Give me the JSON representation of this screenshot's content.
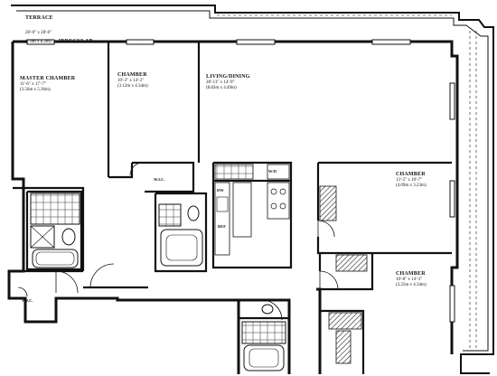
{
  "terrace": {
    "label": "TERRACE",
    "dim_imperial": "28'-0\" x 28'-0\"",
    "dim_metric": "(7.6m x 8.2m)",
    "note": "IRREGULAR"
  },
  "rooms": {
    "master": {
      "name": "MASTER CHAMBER",
      "dim_imperial": "11'-6\" x 17'-7\"",
      "dim_metric": "(3.56m x 5.36m)"
    },
    "chamber1": {
      "name": "CHAMBER",
      "dim_imperial": "10'-3\" x 14'-3\"",
      "dim_metric": "(3.12m x 4.34m)"
    },
    "living": {
      "name": "LIVING/DINING",
      "dim_imperial": "28'-11\" x 14'-9\"",
      "dim_metric": "(8.82m x 4.49m)"
    },
    "chamber2": {
      "name": "CHAMBER",
      "dim_imperial": "13'-5\" x 10'-7\"",
      "dim_metric": "(4.09m x 3.23m)"
    },
    "chamber3": {
      "name": "CHAMBER",
      "dim_imperial": "10'-8\" x 14'-3\"",
      "dim_metric": "(3.25m x 4.34m)"
    }
  },
  "fixtures": {
    "wic1": "W.I.C.",
    "wic2": "W.I.C.",
    "dw": "DW",
    "wd": "W/D",
    "ref": "REF"
  }
}
